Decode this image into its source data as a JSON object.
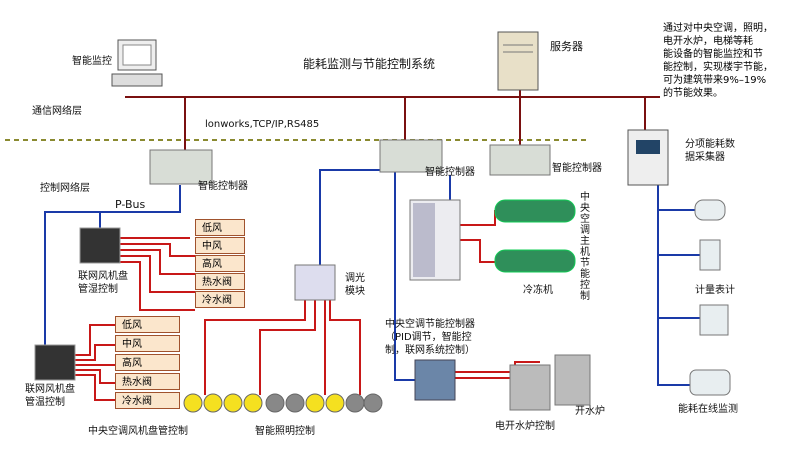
{
  "title": "能耗监测与节能控制系统",
  "layers": {
    "comm": "通信网络层",
    "control": "控制网络层",
    "protocols": "lonworks,TCP/IP,RS485",
    "pbus": "P-Bus"
  },
  "devices": {
    "monitor": "智能监控",
    "server": "服务器",
    "controller": "智能控制器",
    "collector": [
      "分项能耗数",
      "据采集器"
    ],
    "meter": "计量表计",
    "online": "能耗在线监测",
    "chiller": "冷冻机",
    "chiller_ctrl": "中央空调主机节能控制",
    "panel1": [
      "联网风机盘",
      "管湿控制"
    ],
    "panel2": [
      "联网风机盘",
      "管温控制"
    ],
    "dimmer": [
      "调光",
      "模块"
    ],
    "ac_ctrl": [
      "中央空调节能控制器",
      "（PID调节，智能控",
      "制，联网系统控制）"
    ],
    "boiler": "开水炉",
    "boiler_ctrl": "电开水炉控制"
  },
  "fan_options": [
    "低风",
    "中风",
    "高风",
    "热水阀",
    "冷水阀"
  ],
  "captions": {
    "fan_coil": "中央空调风机盘管控制",
    "lighting": "智能照明控制"
  },
  "note": "通过对中央空调，照明，\n电开水炉，电梯等耗\n能设备的智能监控和节\n能控制，实现楼宇节能，\n可为建筑带来9%–19%\n的节能效果。",
  "colors": {
    "network": "#7a1010",
    "bus": "#1a3aa8",
    "wire": "#c81818",
    "dashed": "#8a8a30"
  }
}
